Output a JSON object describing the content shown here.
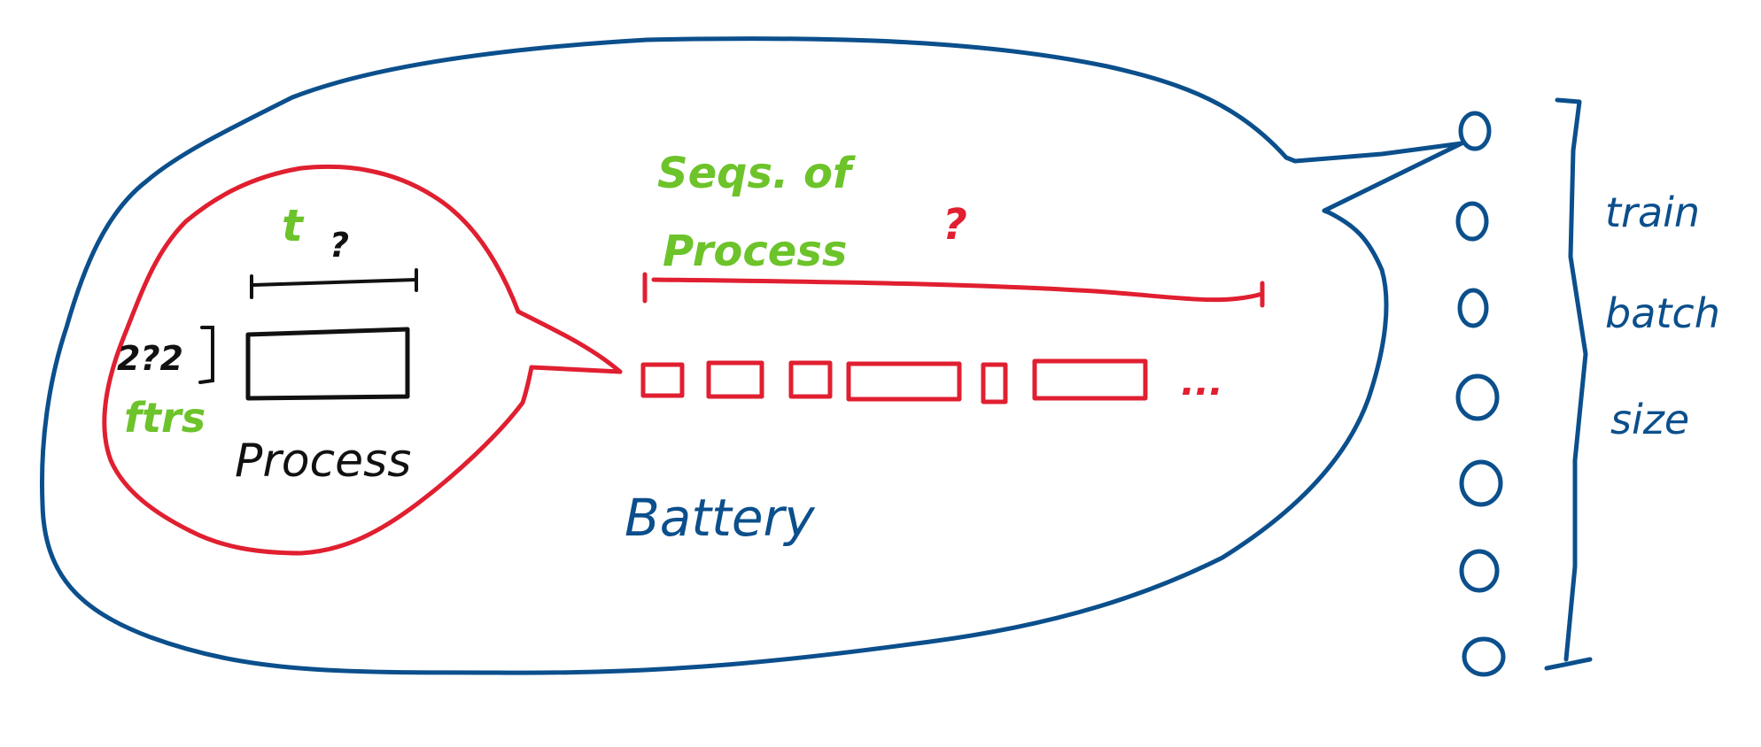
{
  "colors": {
    "battery": "#0b4f8c",
    "sequence": "#e01f30",
    "process": "#111111",
    "annotation": "#6cc32a"
  },
  "battery": {
    "label": "Battery"
  },
  "sequence": {
    "label_line1": "Seqs. of",
    "label_line2": "Process",
    "length_unknown": "?",
    "ellipsis": "..."
  },
  "process": {
    "label": "Process",
    "time_label": "t",
    "time_unknown": "?",
    "features_count": "2?2",
    "features_label": "ftrs"
  },
  "batch": {
    "label_line1": "train",
    "label_line2": "batch",
    "label_line3": "size"
  }
}
